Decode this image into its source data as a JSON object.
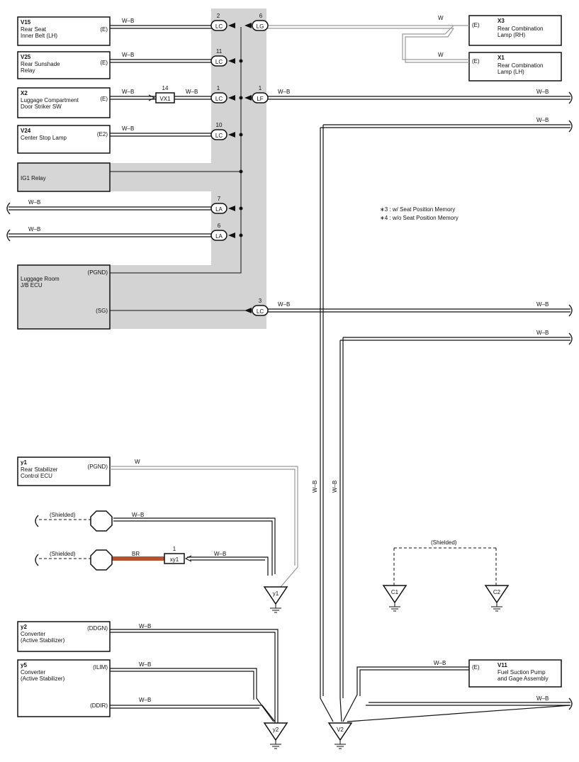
{
  "components": {
    "v15": {
      "code": "V15",
      "line1": "Rear Seat",
      "line2": "Inner Belt (LH)",
      "pin": "(E)"
    },
    "v25": {
      "code": "V25",
      "line1": "Rear Sunshade",
      "line2": "Relay",
      "pin": "(E)"
    },
    "x2": {
      "code": "X2",
      "line1": "Luggage Compartment",
      "line2": "Door Striker SW",
      "pin": "(E)"
    },
    "v24": {
      "code": "V24",
      "line1": "Center Stop Lamp",
      "pin": "(E2)"
    },
    "ig1": {
      "line1": "IG1 Relay"
    },
    "jb": {
      "line1": "Luggage Room",
      "line2": "J/B ECU",
      "pin1": "(PGND)",
      "pin2": "(SG)"
    },
    "x3": {
      "code": "X3",
      "line1": "Rear Combination",
      "line2": "Lamp (RH)",
      "pin": "(E)"
    },
    "x1": {
      "code": "X1",
      "line1": "Rear Combination",
      "line2": "Lamp (LH)",
      "pin": "(E)"
    },
    "y1": {
      "code": "y1",
      "line1": "Rear Stabilizer",
      "line2": "Control ECU",
      "pin": "(PGND)"
    },
    "y2": {
      "code": "y2",
      "line1": "Converter",
      "line2": "(Active Stabilizer)",
      "pin": "(DDGN)"
    },
    "y5": {
      "code": "y5",
      "line1": "Converter",
      "line2": "(Active Stabilizer)",
      "pin1": "(ILIM)",
      "pin2": "(DDIR)"
    },
    "v11": {
      "code": "V11",
      "line1": "Fuel Suction Pump",
      "line2": "and Gage Assembly",
      "pin": "(E)"
    }
  },
  "connectors": {
    "lc": "LC",
    "lg": "LG",
    "la": "LA",
    "lf": "LF",
    "vx1": "VX1",
    "xy1": "xy1",
    "pins": {
      "v15": "2",
      "v25": "11",
      "x2": "1",
      "v24": "10",
      "lg": "6",
      "lf": "1",
      "la7": "7",
      "la6": "6",
      "sg": "3",
      "vx1": "14",
      "xy1": "1"
    }
  },
  "wires": {
    "wb": "W–B",
    "w": "W",
    "br": "BR",
    "shielded": "(Shielded)"
  },
  "grounds": {
    "y1": "y1",
    "y2": "y2",
    "v2": "V2",
    "c1": "C1",
    "c2": "C2"
  },
  "notes": {
    "n3": "∗3 : w/ Seat Position Memory",
    "n4": "∗4 : w/o Seat Position Memory"
  },
  "colors": {
    "wire": "#111111",
    "wire_br": "#b5532f",
    "shade": "#d3d3d3",
    "box_fill": "#d6d6d6"
  }
}
